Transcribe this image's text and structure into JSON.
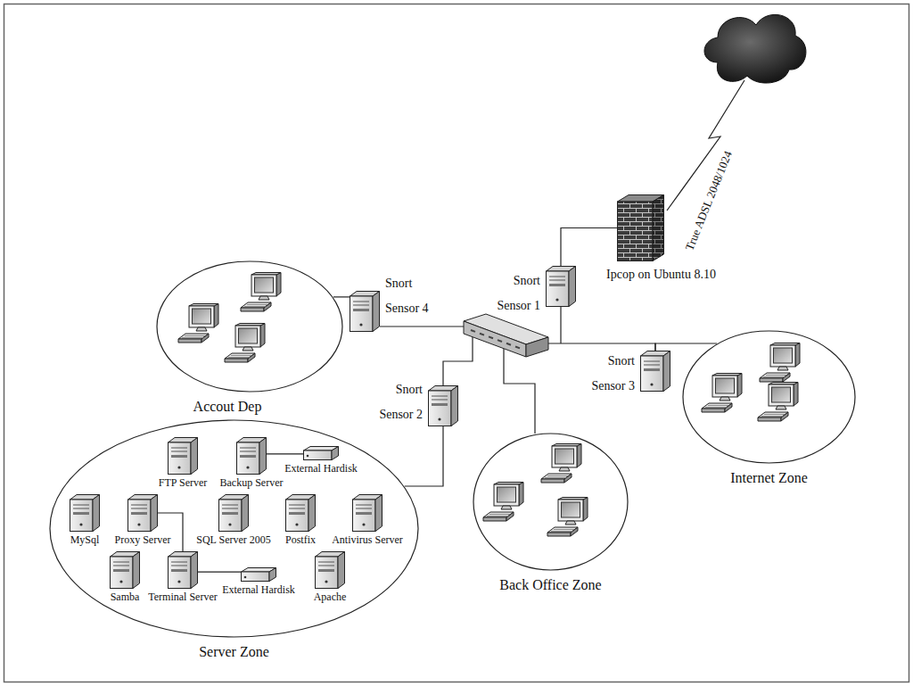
{
  "diagram": {
    "nodes": [
      {
        "text": [
          "Ipcop on Ubuntu 8.10"
        ]
      },
      {
        "text": [
          "Accout Dep"
        ]
      },
      {
        "text": [
          "Snort Sensor 4"
        ]
      },
      {
        "text": [
          "Snort Sensor 1"
        ]
      },
      {
        "text": [
          "Snort Sensor 3"
        ]
      },
      {
        "text": [
          "Internet Zone"
        ]
      },
      {
        "text": [
          "Snort Sensor 2"
        ]
      },
      {
        "text": [
          "Server Zone"
        ]
      },
      {
        "text": [
          "FTP Server"
        ],
        "in": 7
      },
      {
        "text": [
          "Backup Server"
        ],
        "in": 7
      },
      {
        "text": [
          "External Hardisk"
        ],
        "in": 7
      },
      {
        "text": [
          "MySql"
        ],
        "in": 7
      },
      {
        "text": [
          "Proxy Server"
        ],
        "in": 7
      },
      {
        "text": [
          "SQL Server 2005"
        ],
        "in": 7
      },
      {
        "text": [
          "Postfix"
        ],
        "in": 7
      },
      {
        "text": [
          "Antivirus Server"
        ],
        "in": 7
      },
      {
        "text": [
          "Samba"
        ],
        "in": 7
      },
      {
        "text": [
          "Terminal Server"
        ],
        "in": 7
      },
      {
        "text": [
          "External Hardisk"
        ],
        "in": 7
      },
      {
        "text": [
          "Apache"
        ],
        "in": 7
      },
      {
        "text": [
          "Back Office Zone"
        ]
      }
    ],
    "edges": [
      {
        "from": 0,
        "to": 3,
        "arrow": "none"
      },
      {
        "from": 2,
        "to": 1,
        "arrow": "none"
      },
      {
        "from": 6,
        "to": 7,
        "arrow": "none"
      },
      {
        "from": 4,
        "to": 5,
        "arrow": "none"
      },
      {
        "from": 9,
        "to": 10,
        "arrow": "none"
      },
      {
        "from": 12,
        "to": 17,
        "arrow": "none"
      },
      {
        "from": 17,
        "to": 18,
        "arrow": "none"
      }
    ],
    "labels": [
      "True ADSL 2048/1024"
    ]
  }
}
